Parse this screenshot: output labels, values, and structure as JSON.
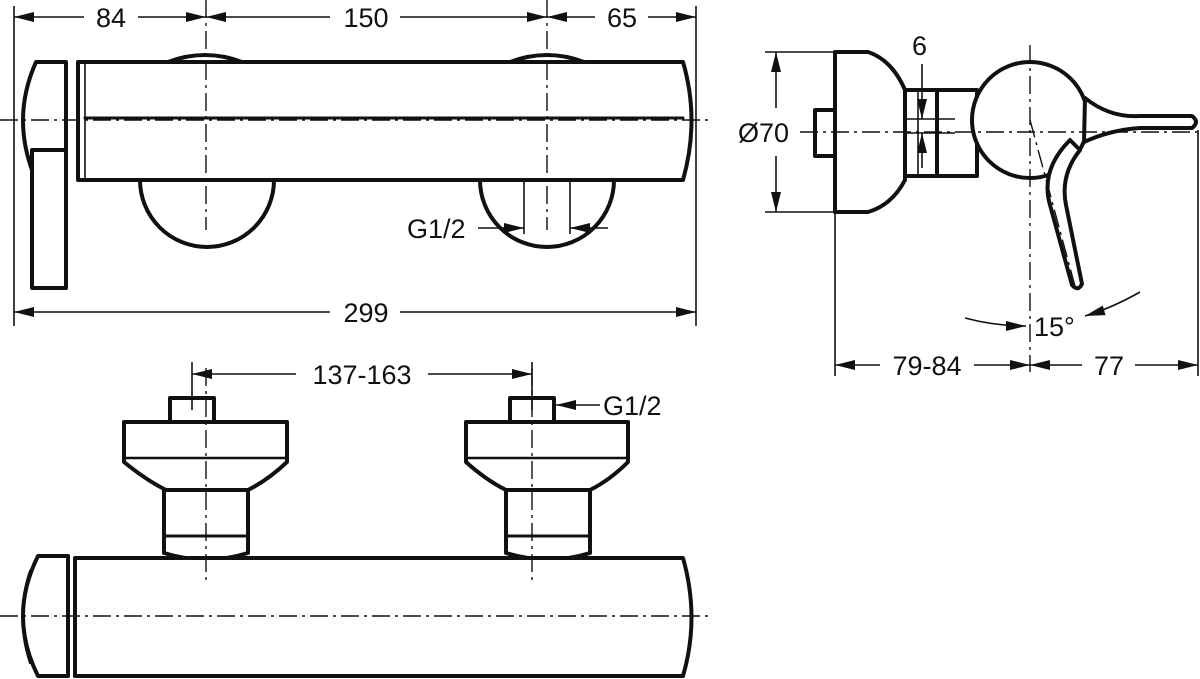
{
  "front_view": {
    "dim_left": "84",
    "dim_center": "150",
    "dim_right": "65",
    "dim_total": "299",
    "thread_label": "G1/2"
  },
  "side_view": {
    "dim_gap": "6",
    "dim_diameter": "Ø70",
    "dim_depth": "79-84",
    "dim_lever": "77",
    "dim_angle": "15°"
  },
  "top_view": {
    "dim_spacing": "137-163",
    "thread_label": "G1/2"
  }
}
